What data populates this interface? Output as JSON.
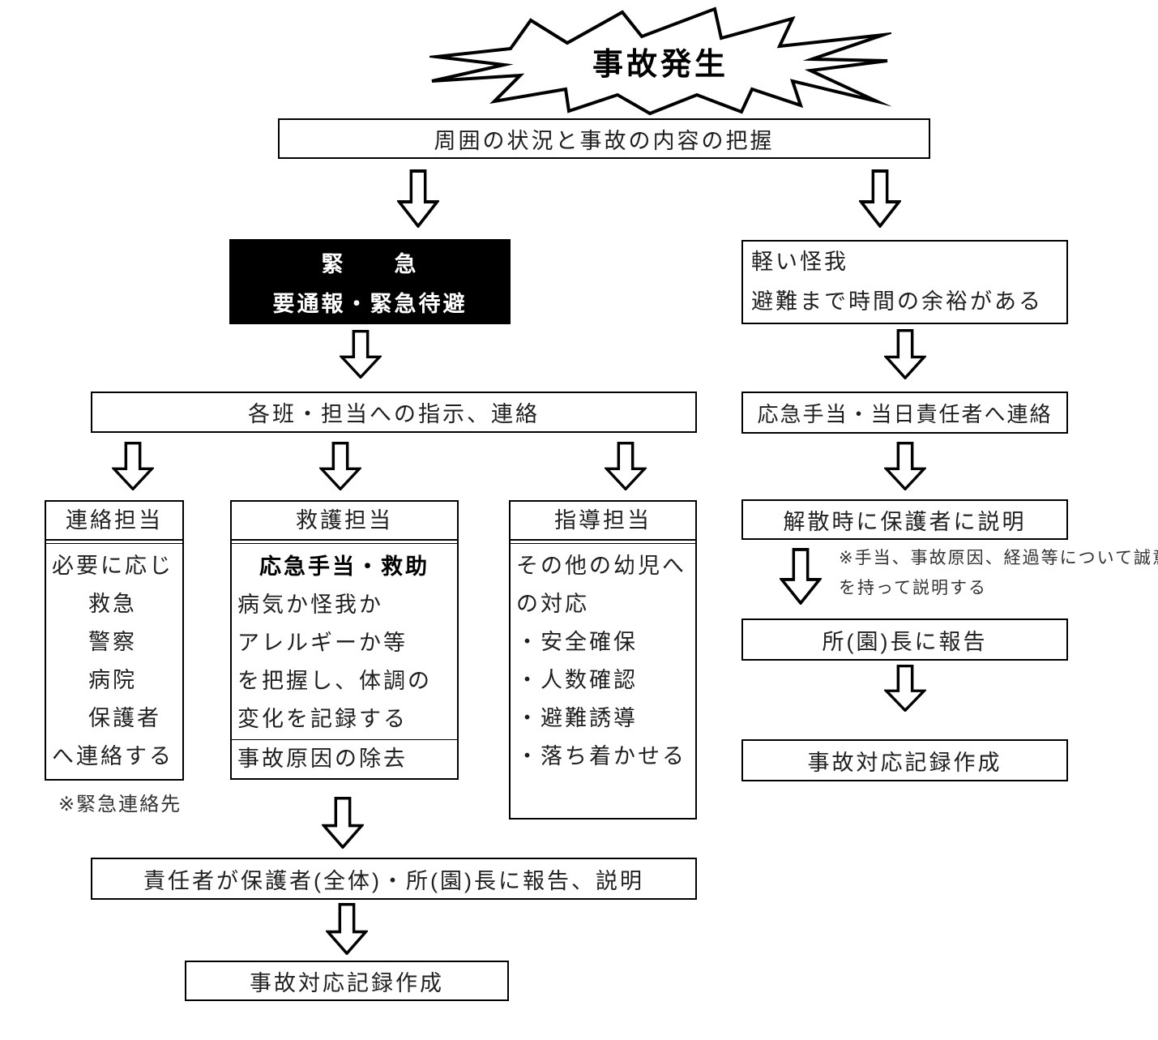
{
  "starburst": {
    "label": "事故発生"
  },
  "flow": {
    "situation": "周囲の状況と事故の内容の把握",
    "emergency": {
      "line1": "緊　　急",
      "line2": "要通報・緊急待避"
    },
    "light_injury": {
      "line1": "軽い怪我",
      "line2": "避難まで時間の余裕がある"
    },
    "instruction": "各班・担当への指示、連絡",
    "firstaid_contact": "応急手当・当日責任者へ連絡",
    "contact_team": {
      "header": "連絡担当",
      "lines": [
        "必要に応じ",
        "救急",
        "警察",
        "病院",
        "保護者",
        "へ連絡する"
      ],
      "note": "※緊急連絡先"
    },
    "rescue_team": {
      "header": "救護担当",
      "subheader": "応急手当・救助",
      "lines": [
        "病気か怪我か",
        "アレルギーか等",
        "を把握し、体調の",
        "変化を記録する"
      ],
      "footer": "事故原因の除去"
    },
    "guidance_team": {
      "header": "指導担当",
      "lines": [
        "その他の幼児へ",
        "の対応",
        "・安全確保",
        "・人数確認",
        "・避難誘導",
        "・落ち着かせる"
      ]
    },
    "dismissal": "解散時に保護者に説明",
    "dismissal_note": [
      "※手当、事故原因、経過等について誠意",
      "を持って説明する"
    ],
    "report_director": "所(園)長に報告",
    "record_right": "事故対応記録作成",
    "report_all": "責任者が保護者(全体)・所(園)長に報告、説明",
    "record_bottom": "事故対応記録作成"
  },
  "colors": {
    "line": "#000000",
    "emergency_bg": "#000000",
    "emergency_text": "#ffffff"
  }
}
